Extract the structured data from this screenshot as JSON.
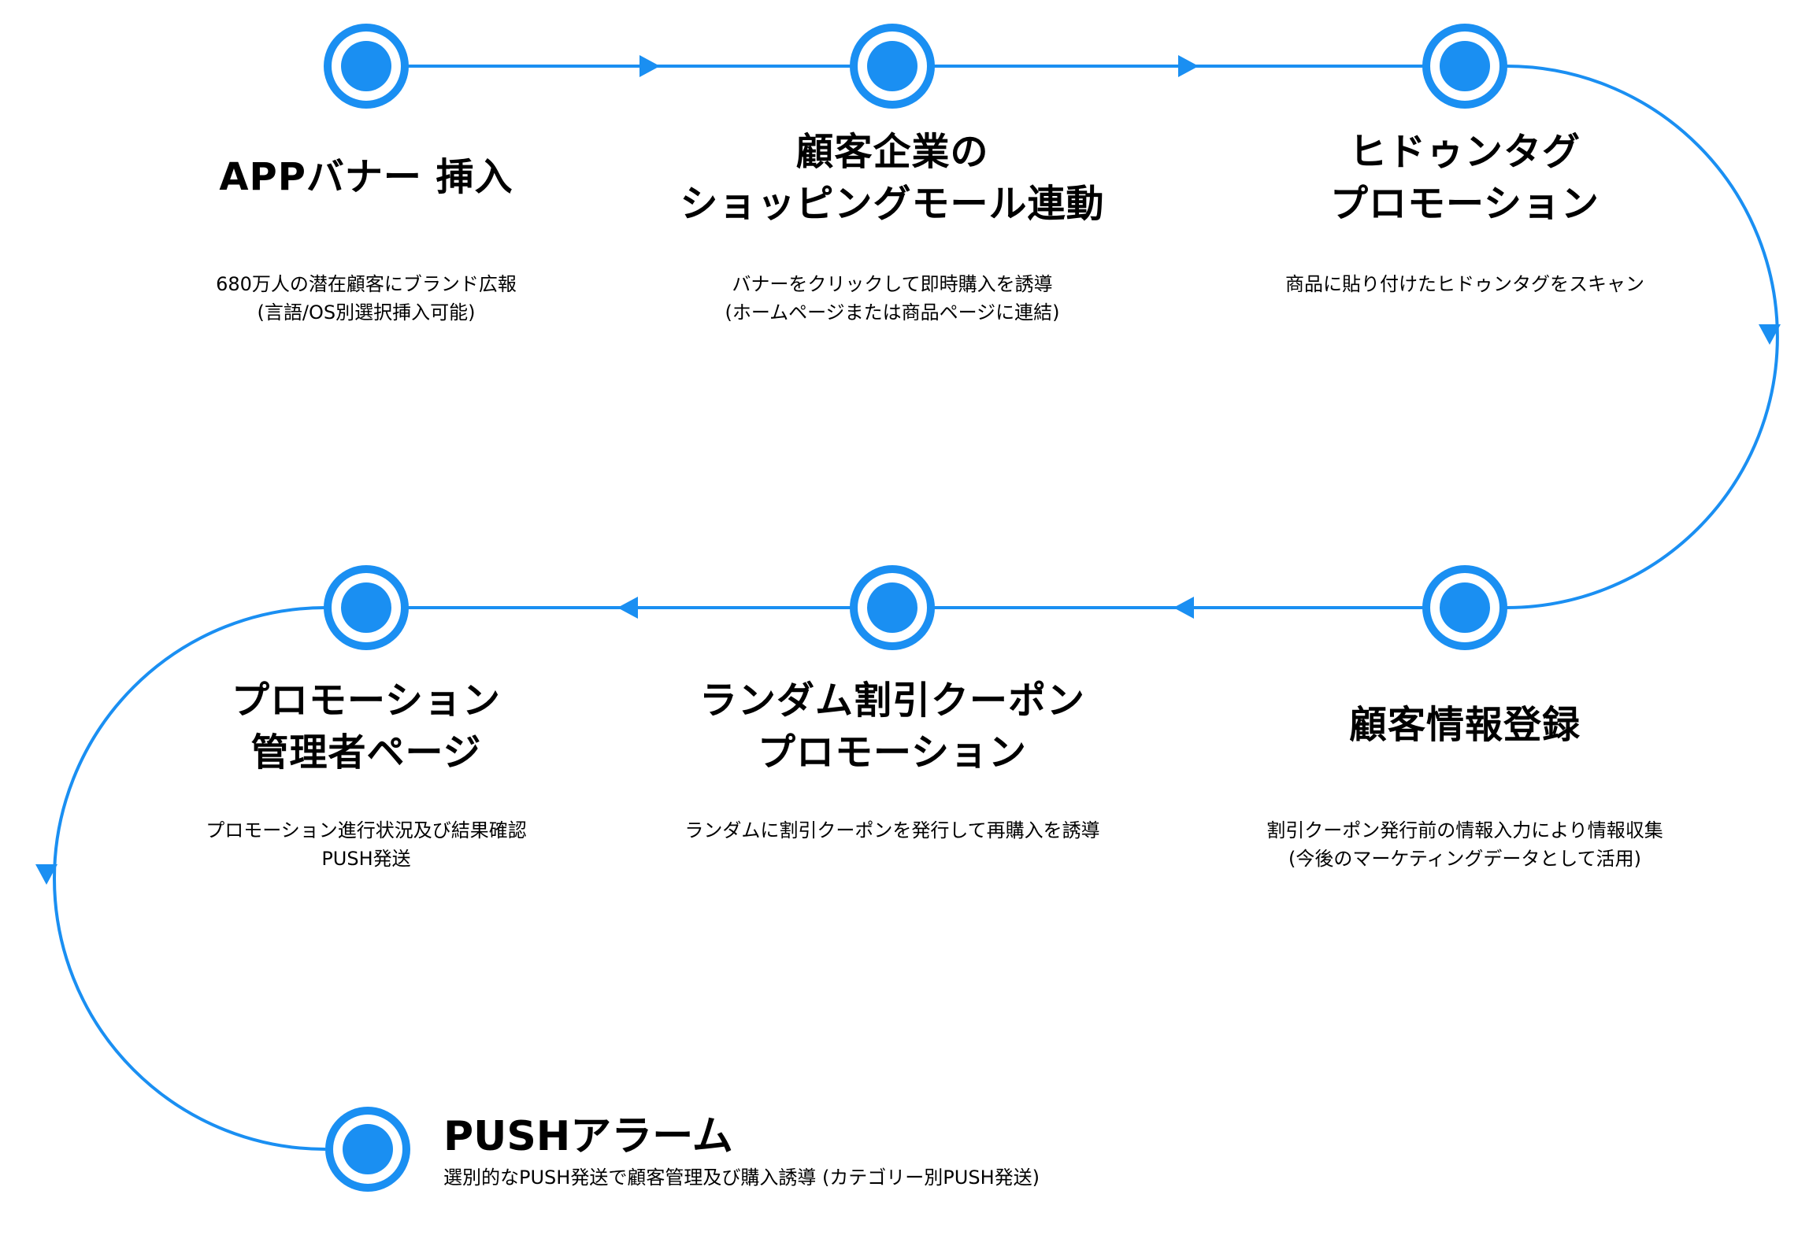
{
  "colors": {
    "accent": "#1a8ff2",
    "background": "#ffffff",
    "text": "#000000"
  },
  "steps": [
    {
      "title": "APPバナー 挿入",
      "description": "680万人の潜在顧客にブランド広報\n(言語/OS別選択挿入可能)"
    },
    {
      "title": "顧客企業の\nショッピングモール連動",
      "description": "バナーをクリックして即時購入を誘導\n(ホームページまたは商品ページに連結)"
    },
    {
      "title": "ヒドゥンタグ\nプロモーション",
      "description": "商品に貼り付けたヒドゥンタグをスキャン"
    },
    {
      "title": "顧客情報登録",
      "description": "割引クーポン発行前の情報入力により情報収集\n(今後のマーケティングデータとして活用)"
    },
    {
      "title": "ランダム割引クーポン\nプロモーション",
      "description": "ランダムに割引クーポンを発行して再購入を誘導"
    },
    {
      "title": "プロモーション\n管理者ページ",
      "description": "プロモーション進行状況及び結果確認\nPUSH発送"
    },
    {
      "title": "PUSHアラーム",
      "description": "選別的なPUSH発送で顧客管理及び購入誘導 (カテゴリー別PUSH発送)"
    }
  ]
}
